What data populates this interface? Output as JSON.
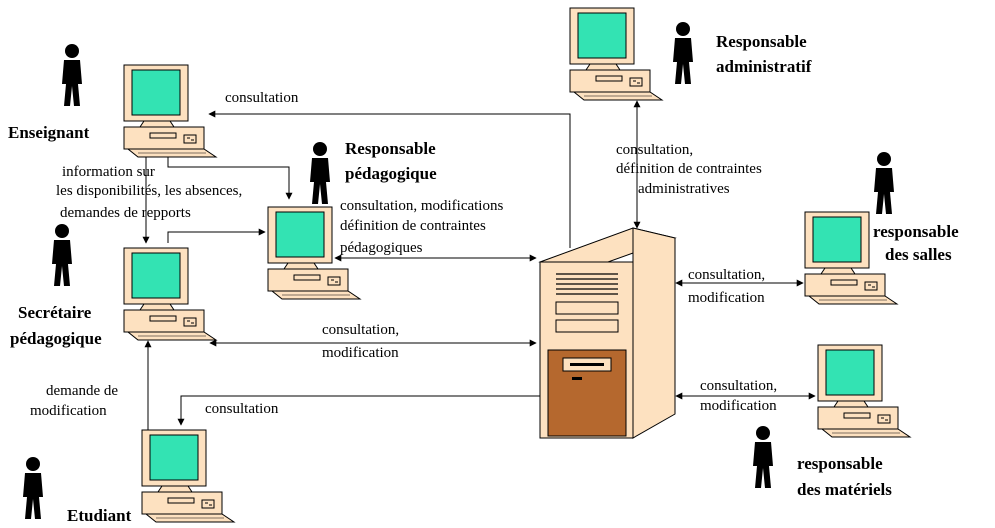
{
  "colors": {
    "screen": "#33E3B3",
    "computer_body": "#FDE1C0",
    "server_body": "#FDE1C0",
    "server_panel": "#B5682E",
    "outline": "#000000",
    "person": "#000000",
    "line": "#000000"
  },
  "icons": {
    "person": "person-icon",
    "computer": "desktop-computer-icon",
    "server": "server-tower-icon"
  },
  "roles": {
    "enseignant": "Enseignant",
    "resp_pedago": [
      "Responsable",
      "pédagogique"
    ],
    "resp_admin": [
      "Responsable",
      "administratif"
    ],
    "secretaire": [
      "Secrétaire",
      "pédagogique"
    ],
    "resp_salles": [
      "responsable",
      "des salles"
    ],
    "resp_materiels": [
      "responsable",
      "des matériels"
    ],
    "etudiant": "Etudiant"
  },
  "labels": {
    "consult_enseignant": "consultation",
    "info_enseignant": [
      "information sur",
      "les disponibilités, les absences,",
      "demandes de repports"
    ],
    "pedago": [
      "consultation, modifications",
      "définition de contraintes",
      "pédagogiques"
    ],
    "admin": [
      "consultation,",
      "définition de contraintes",
      "administratives"
    ],
    "salles": [
      "consultation,",
      "modification"
    ],
    "secretaire": [
      "consultation,",
      "modification"
    ],
    "demande": [
      "demande de",
      "modification"
    ],
    "consult_etudiant": "consultation",
    "materiels": [
      "consultation,",
      "modification"
    ]
  }
}
